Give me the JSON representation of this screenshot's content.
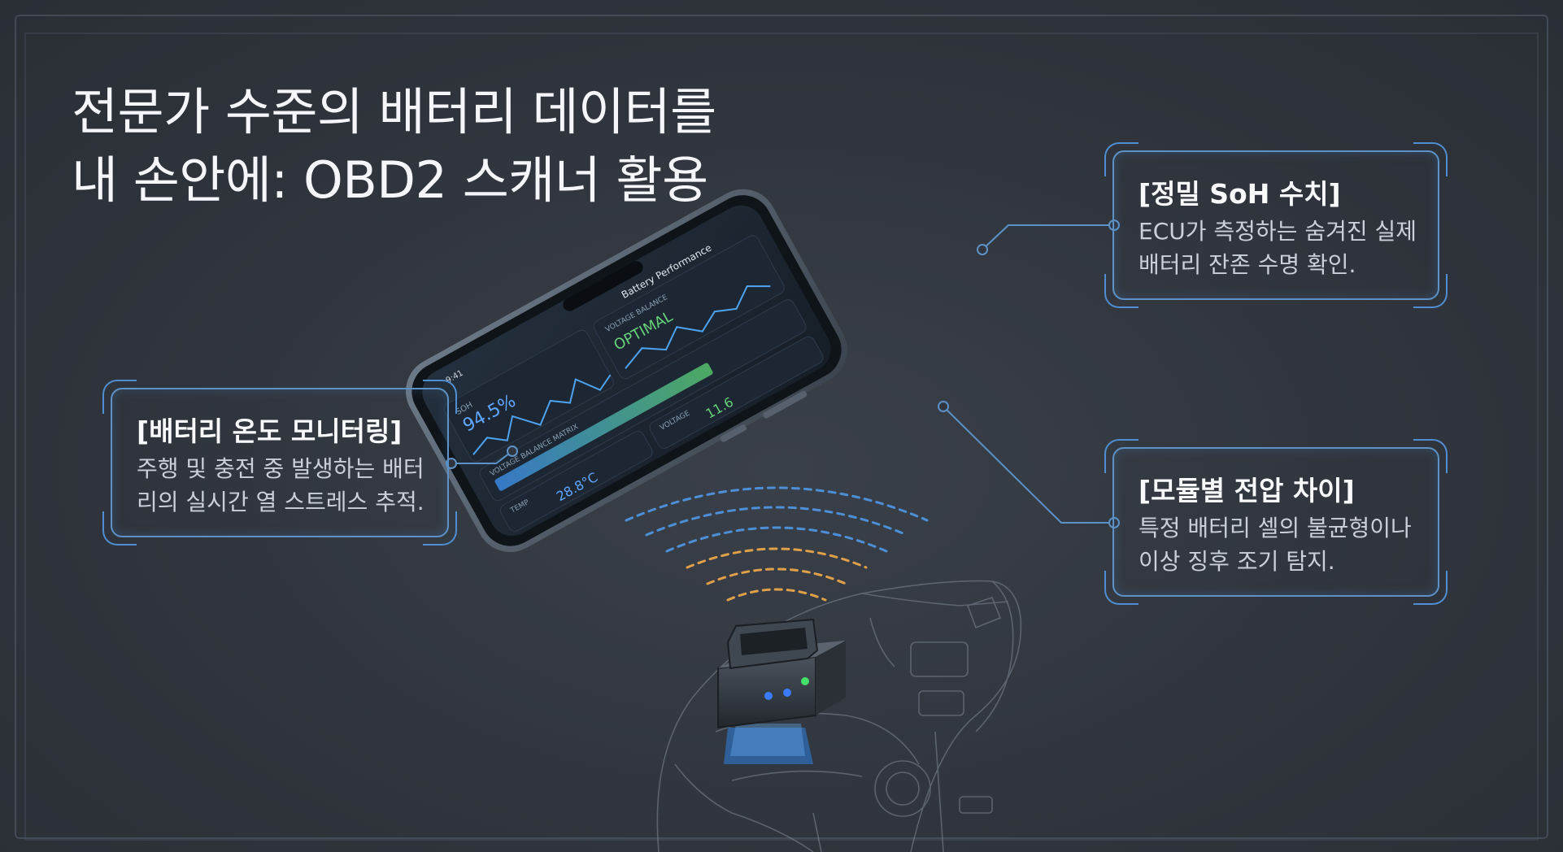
{
  "title": {
    "line1": "전문가 수준의 배터리 데이터를",
    "line2": "내 손안에: OBD2 스캐너 활용"
  },
  "callouts": {
    "soh": {
      "heading": "[정밀 SoH 수치]",
      "line1": "ECU가 측정하는 숨겨진 실제",
      "line2": "배터리 잔존 수명 확인."
    },
    "temp": {
      "heading": "[배터리 온도 모니터링]",
      "line1": "주행 및 충전 중 발생하는 배터",
      "line2": "리의  실시간 열 스트레스 추적."
    },
    "voltage": {
      "heading": "[모듈별 전압 차이]",
      "line1": "특정 배터리 셀의 불균형이나",
      "line2": "이상 징후 조기 탐지."
    }
  },
  "phone_app": {
    "time": "9:41",
    "screen_title": "Battery Performance",
    "soh_label": "SOH",
    "soh_value": "94.5%",
    "status_label": "VOLTAGE BALANCE",
    "status_value": "OPTIMAL",
    "balance_label": "VOLTAGE BALANCE MATRIX",
    "temp_label": "TEMP",
    "temp_value": "28.8°C",
    "voltage_label": "VOLTAGE",
    "voltage_value": "11.6"
  },
  "colors": {
    "accent_blue": "#5c92c8",
    "signal_blue": "#4d8fd6",
    "signal_orange": "#e0a04a",
    "led_blue": "#3a7cff",
    "led_green": "#43e06a"
  }
}
